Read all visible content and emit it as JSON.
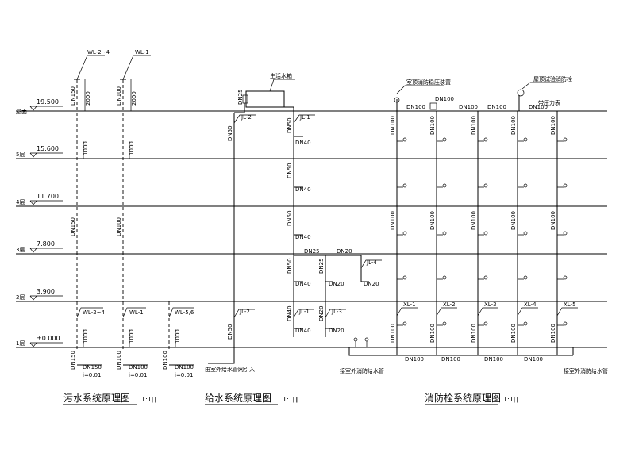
{
  "floors": [
    {
      "name": "屋面",
      "elev": "19.500"
    },
    {
      "name": "5层",
      "elev": "15.600"
    },
    {
      "name": "4层",
      "elev": "11.700"
    },
    {
      "name": "3层",
      "elev": "7.800"
    },
    {
      "name": "2层",
      "elev": "3.900"
    },
    {
      "name": "1层",
      "elev": "±0.000"
    }
  ],
  "sewage": {
    "title": "污水系统原理图",
    "scale": "1:1∏",
    "top_tags": [
      "WL-2~4",
      "WL-1"
    ],
    "pipe_sizes": [
      "DN150",
      "DN100"
    ],
    "vent_heights": [
      "2000",
      "2000"
    ],
    "cleanout": "1000",
    "bottom_tags": [
      "WL-2~4",
      "WL-1",
      "WL-5,6"
    ],
    "bottom_sizes": [
      "DN150",
      "DN100",
      "DN100"
    ],
    "slopes": [
      "i=0.01",
      "i=0.01",
      "i=0.01"
    ]
  },
  "supply": {
    "title": "给水系统原理图",
    "scale": "1:1∏",
    "tank_label": "生活水箱",
    "tank_pipe": "DN25",
    "top_tags": [
      "JL-2",
      "JL-1"
    ],
    "sizes": [
      "DN50",
      "DN40",
      "DN25",
      "DN20"
    ],
    "branch_tags": [
      "JL-4",
      "JL-3",
      "JL-2",
      "JL-1"
    ],
    "inlet_note": "由室外给水管网引入"
  },
  "fire": {
    "title": "消防栓系统原理图",
    "scale": "1:1∏",
    "roof_note_left": "室顶消防稳压装置",
    "roof_note_right": "屋顶试验消防栓",
    "roof_note_right2": "带压力表",
    "roof_size": "DN100",
    "riser_size": "DN100",
    "risers": [
      "XL-1",
      "XL-2",
      "XL-3",
      "XL-4",
      "XL-5"
    ],
    "main_size": "DN100",
    "inlet_note_left": "接室外消防给水管",
    "inlet_note_right": "接室外消防给水管"
  }
}
